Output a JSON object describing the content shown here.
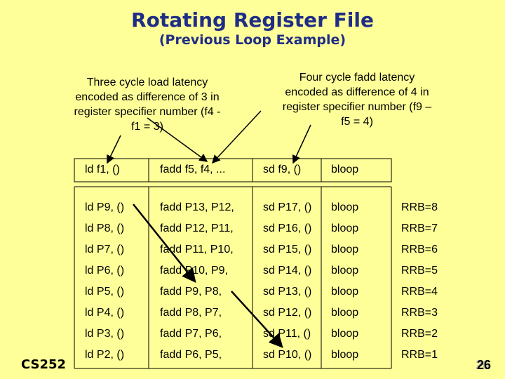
{
  "header": {
    "title": "Rotating Register File",
    "subtitle": "(Previous Loop Example)"
  },
  "notes": {
    "left": "Three cycle load latency encoded as difference of 3 in register specifier number (f4 - f1 = 3)",
    "right": "Four cycle fadd latency encoded as difference of 4 in register specifier number (f9 – f5 = 4)"
  },
  "code_row": [
    "ld f1, ()",
    "fadd f5, f4, ...",
    "sd f9, ()",
    "bloop"
  ],
  "rows": [
    [
      "ld P9, ()",
      "fadd P13, P12,",
      "sd P17, ()",
      "bloop",
      "RRB=8"
    ],
    [
      "ld P8, ()",
      "fadd P12, P11,",
      "sd P16, ()",
      "bloop",
      "RRB=7"
    ],
    [
      "ld P7, ()",
      "fadd P11, P10,",
      "sd P15, ()",
      "bloop",
      "RRB=6"
    ],
    [
      "ld P6, ()",
      "fadd P10, P9,",
      "sd P14, ()",
      "bloop",
      "RRB=5"
    ],
    [
      "ld P5, ()",
      "fadd P9, P8,",
      "sd P13, ()",
      "bloop",
      "RRB=4"
    ],
    [
      "ld P4, ()",
      "fadd P8, P7,",
      "sd P12, ()",
      "bloop",
      "RRB=3"
    ],
    [
      "ld P3, ()",
      "fadd P7, P6,",
      "sd P11, ()",
      "bloop",
      "RRB=2"
    ],
    [
      "ld P2, ()",
      "fadd P6, P5,",
      "sd P10, ()",
      "bloop",
      "RRB=1"
    ]
  ],
  "footer": {
    "course": "CS252",
    "page": "26"
  }
}
